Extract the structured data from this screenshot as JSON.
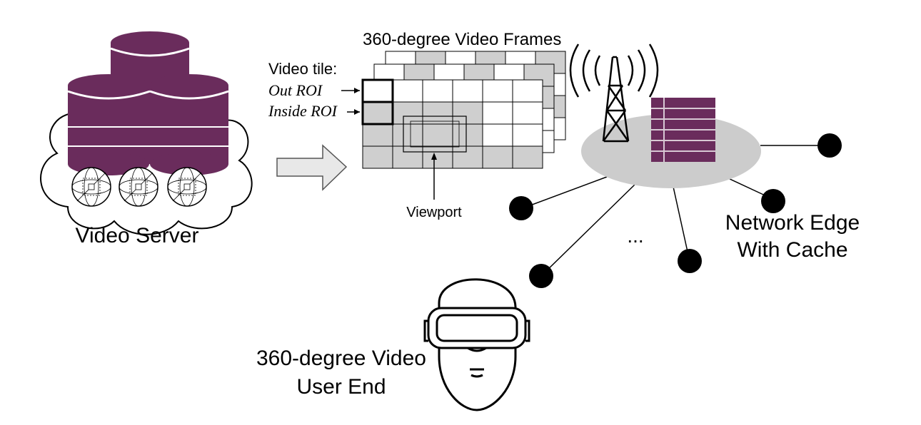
{
  "labels": {
    "video_server": "Video Server",
    "frames_title": "360-degree Video Frames",
    "video_tile": "Video tile:",
    "out_roi": "Out ROI",
    "inside_roi": "Inside ROI",
    "viewport": "Viewport",
    "network_edge_line1": "Network Edge",
    "network_edge_line2": "With Cache",
    "ellipsis": "...",
    "user_end_line1": "360-degree Video",
    "user_end_line2": "User End"
  },
  "colors": {
    "server_purple": "#6a2c5c",
    "tile_gray": "#cfcfcf",
    "edge_gray": "#cccccc",
    "node_black": "#000000"
  },
  "icons": {
    "server": "database-cylinders-icon",
    "sphere": "360-video-sphere-icon",
    "arrow": "right-arrow-icon",
    "tower": "cell-tower-icon",
    "cache": "cache-storage-icon",
    "user": "vr-headset-user-icon"
  }
}
